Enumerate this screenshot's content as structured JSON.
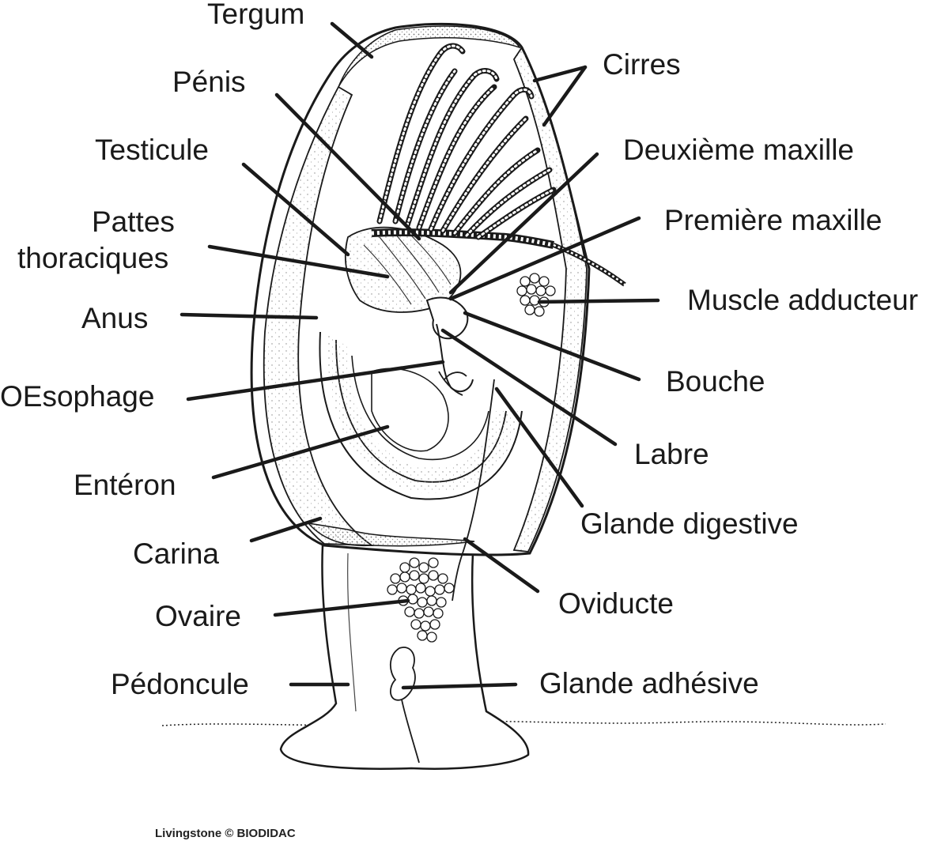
{
  "labels": {
    "tergum": "Tergum",
    "penis": "Pénis",
    "testicule": "Testicule",
    "pattes_line1": "Pattes",
    "pattes_line2": "thoraciques",
    "anus": "Anus",
    "oesophage": "OEsophage",
    "enteron": "Entéron",
    "carina": "Carina",
    "ovaire": "Ovaire",
    "pedoncule": "Pédoncule",
    "cirres": "Cirres",
    "deuxieme_maxille": "Deuxième maxille",
    "premiere_maxille": "Première maxille",
    "muscle_adducteur": "Muscle adducteur",
    "bouche": "Bouche",
    "labre": "Labre",
    "glande_digestive": "Glande digestive",
    "oviducte": "Oviducte",
    "glande_adhesive": "Glande adhésive"
  },
  "credit": "Livingstone © BIODIDAC",
  "colors": {
    "line": "#1a1a1a",
    "stipple": "#9a9a9a",
    "background": "#ffffff"
  }
}
